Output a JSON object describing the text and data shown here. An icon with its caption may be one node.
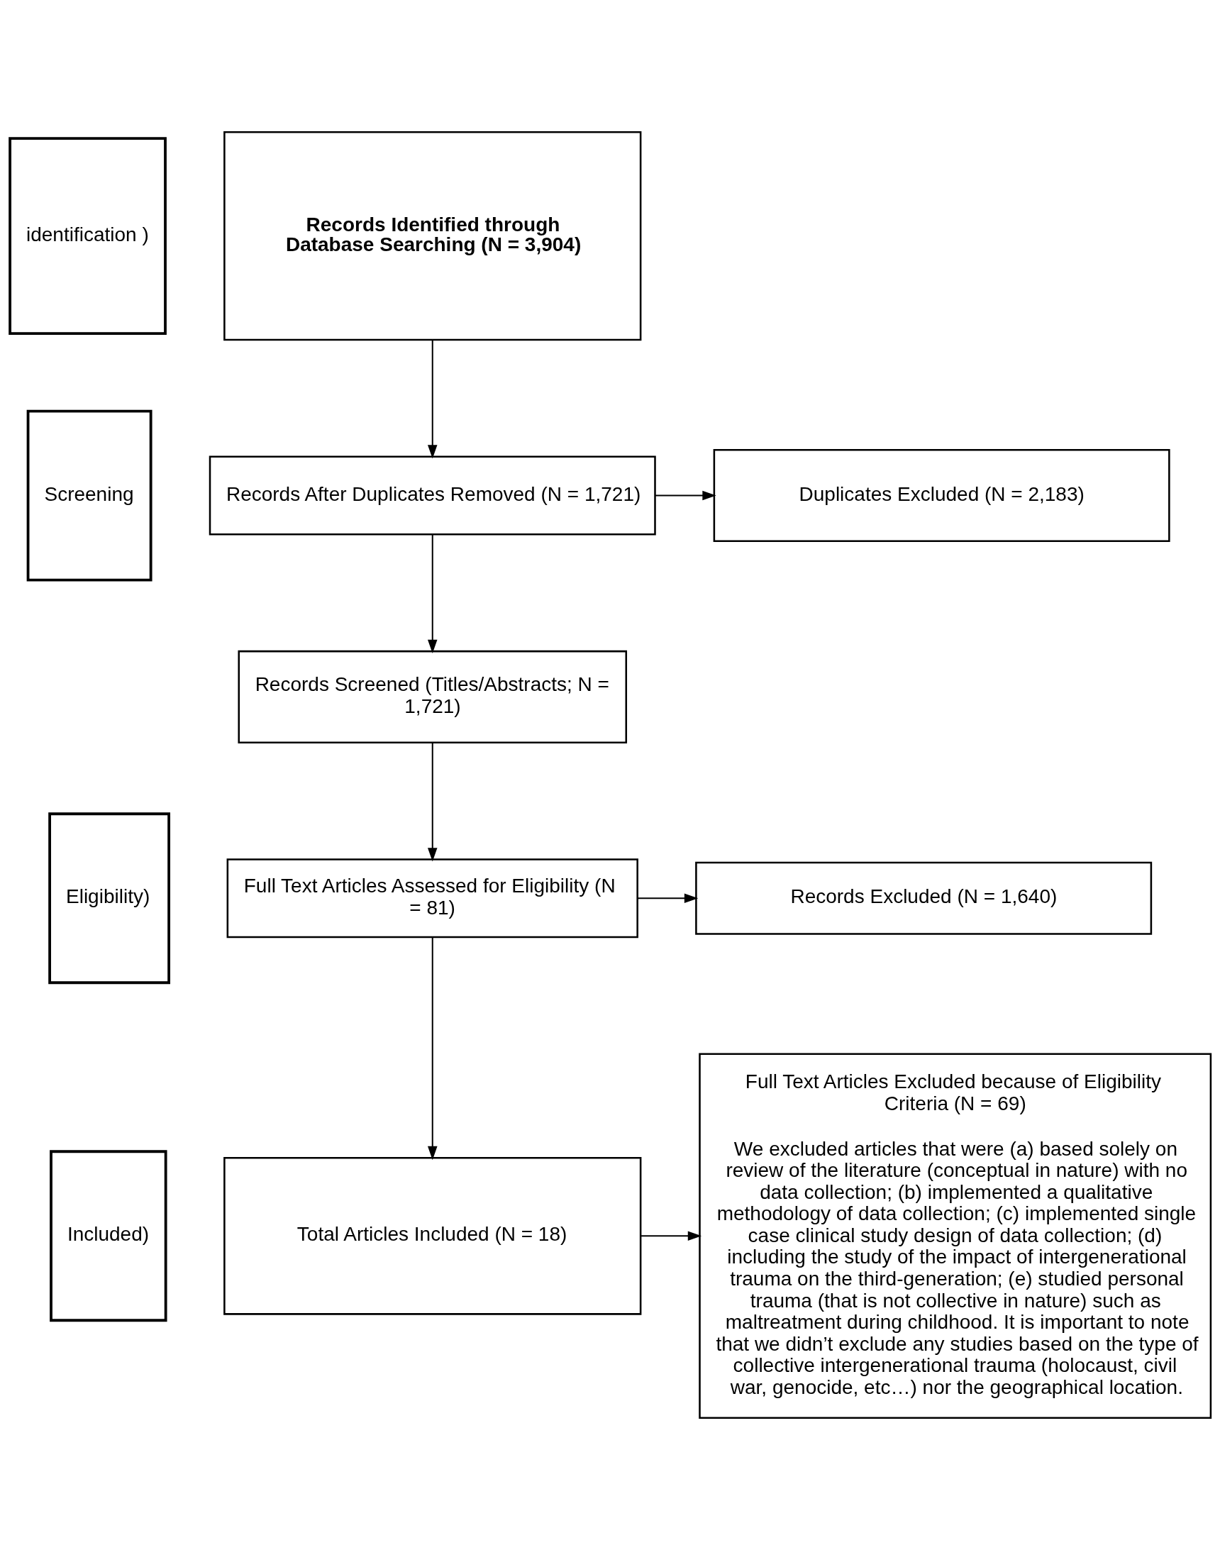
{
  "diagram": {
    "nodes": [
      {
        "text": [
          "identification )"
        ]
      },
      {
        "text": [
          "Records Identified through Database Searching (N = 3,904)"
        ]
      },
      {
        "text": [
          "Screening"
        ]
      },
      {
        "text": [
          "Records After Duplicates Removed (N = 1,721)"
        ]
      },
      {
        "text": [
          "Duplicates Excluded (N = 2,183)"
        ]
      },
      {
        "text": [
          "Records Screened (Titles/Abstracts; N = 1,721)"
        ]
      },
      {
        "text": [
          "Eligibility)"
        ]
      },
      {
        "text": [
          "Full Text Articles Assessed for Eligibility (N = 81)"
        ]
      },
      {
        "text": [
          "Records Excluded (N = 1,640)"
        ]
      },
      {
        "text": [
          "Included)"
        ]
      },
      {
        "text": [
          "Total Articles Included (N = 18)"
        ]
      },
      {
        "text": [
          "Full Text Articles Excluded because of Eligibility Criteria (N = 69)",
          "We excluded articles that were (a) based solely on review of the literature (conceptual in nature) with no data collection; (b) implemented a qualitative methodology of data collection; (c) implemented single case clinical study design of data collection; (d) including the study of the impact of intergenerational trauma on the third-generation; (e) studied personal trauma (that is not collective in nature) such as maltreatment during childhood. It is important to note that we didn’t exclude any studies based on the type of collective intergenerational trauma (holocaust, civil war, genocide, etc…) nor the geographical location."
        ]
      }
    ],
    "edges": [
      {
        "from": 1,
        "to": 3,
        "arrow": "to"
      },
      {
        "from": 3,
        "to": 4,
        "arrow": "to"
      },
      {
        "from": 3,
        "to": 5,
        "arrow": "to"
      },
      {
        "from": 5,
        "to": 7,
        "arrow": "to"
      },
      {
        "from": 7,
        "to": 8,
        "arrow": "to"
      },
      {
        "from": 7,
        "to": 10,
        "arrow": "to"
      },
      {
        "from": 10,
        "to": 11,
        "arrow": "to"
      }
    ]
  }
}
